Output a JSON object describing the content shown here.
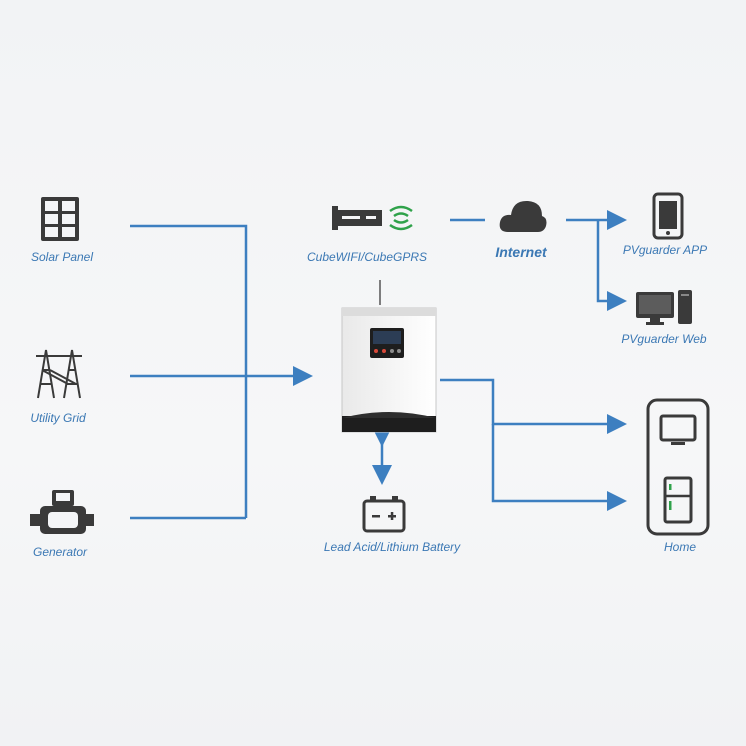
{
  "sources": {
    "solar": "Solar Panel",
    "grid": "Utility Grid",
    "generator": "Generator"
  },
  "comm": {
    "module": "CubeWIFI/CubeGPRS",
    "internet": "Internet",
    "app": "PVguarder APP",
    "web": "PVguarder Web"
  },
  "battery": {
    "label": "Lead Acid/Lithium Battery"
  },
  "home": {
    "label": "Home"
  },
  "colors": {
    "line": "#3d7fc0",
    "icon": "#3a3a3a",
    "label": "#3b78b4"
  }
}
